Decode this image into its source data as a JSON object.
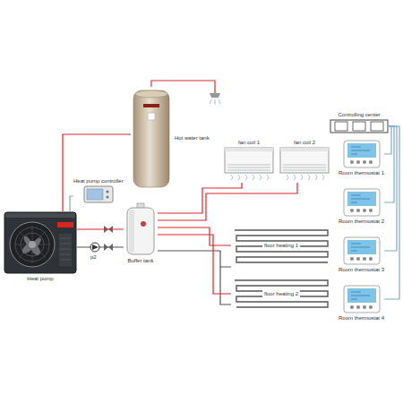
{
  "diagram": {
    "nodes": [
      {
        "text": [
          "Heat pump controller"
        ]
      },
      {
        "text": [
          "Heat pump"
        ]
      },
      {
        "text": [
          "Hot water tank"
        ]
      },
      {
        "text": [
          "Buffer tank"
        ]
      },
      {
        "text": [
          "fan coil 1"
        ]
      },
      {
        "text": [
          "fan coil 2"
        ]
      },
      {
        "text": [
          "floor heating 1"
        ]
      },
      {
        "text": [
          "floor heating 2"
        ]
      },
      {
        "text": [
          "Controlling center"
        ]
      },
      {
        "text": [
          "Room thermostat 1"
        ]
      },
      {
        "text": [
          "Room thermostat 2"
        ]
      },
      {
        "text": [
          "Room thermostat 3"
        ]
      },
      {
        "text": [
          "Room thermostat 4"
        ]
      }
    ],
    "edges": [
      {
        "from": 0,
        "to": 1,
        "arrow": "none"
      },
      {
        "from": 1,
        "to": 2,
        "arrow": "none"
      },
      {
        "from": 1,
        "to": 3,
        "arrow": "none"
      },
      {
        "from": 3,
        "to": 4,
        "arrow": "none"
      },
      {
        "from": 3,
        "to": 5,
        "arrow": "none"
      },
      {
        "from": 3,
        "to": 6,
        "arrow": "none"
      },
      {
        "from": 3,
        "to": 7,
        "arrow": "none"
      },
      {
        "from": 8,
        "to": 9,
        "arrow": "none"
      },
      {
        "from": 8,
        "to": 10,
        "arrow": "none"
      },
      {
        "from": 8,
        "to": 11,
        "arrow": "none"
      },
      {
        "from": 8,
        "to": 12,
        "arrow": "none"
      }
    ],
    "labels": [
      "p2"
    ]
  }
}
